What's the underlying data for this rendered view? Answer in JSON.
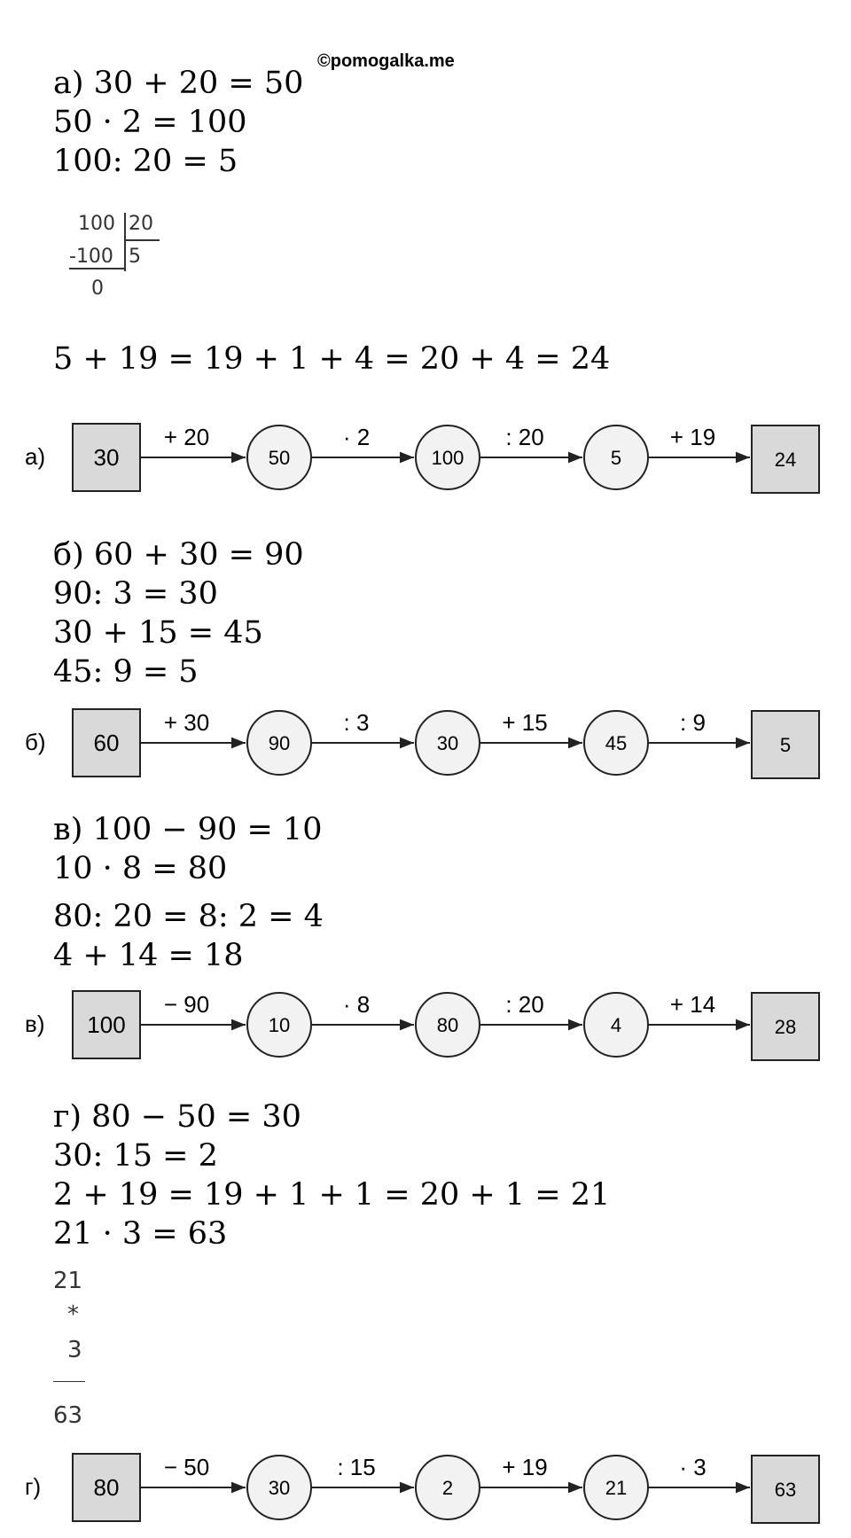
{
  "watermark": "©pomogalka.me",
  "part_a": {
    "lines": [
      "а) 30 + 20 = 50",
      "50 · 2 = 100",
      "100: 20 = 5"
    ],
    "long_division": {
      "dividend": "100",
      "divisor": "20",
      "subtract": "-100",
      "quotient": "5",
      "remainder": "0"
    },
    "extra": "5 + 19 = 19 + 1 + 4 = 20 + 4 = 24"
  },
  "part_b": {
    "lines": [
      "б) 60 + 30 = 90",
      "90: 3 = 30",
      "30 + 15 = 45",
      "45: 9 = 5"
    ]
  },
  "part_v": {
    "lines": [
      "в) 100 − 90 = 10",
      "10 · 8 = 80",
      "80: 20 = 8: 2 = 4",
      "4 + 14 = 18"
    ]
  },
  "part_g": {
    "lines": [
      "г) 80 − 50 = 30",
      "30: 15 = 2",
      "2 + 19 = 19 + 1 + 1 = 20 + 1 = 21",
      "21 · 3 = 63"
    ],
    "column_mult": {
      "top": "21",
      "sign": "*",
      "bottom": "3",
      "result": "63"
    }
  },
  "chains": [
    {
      "letter": "а)",
      "start": "30",
      "ops": [
        "+ 20",
        "· 2",
        ": 20",
        "+ 19"
      ],
      "circles": [
        "50",
        "100",
        "5"
      ],
      "end": "24"
    },
    {
      "letter": "б)",
      "start": "60",
      "ops": [
        "+ 30",
        ": 3",
        "+ 15",
        ": 9"
      ],
      "circles": [
        "90",
        "30",
        "45"
      ],
      "end": "5"
    },
    {
      "letter": "в)",
      "start": "100",
      "ops": [
        "− 90",
        "· 8",
        ": 20",
        "+ 14"
      ],
      "circles": [
        "10",
        "80",
        "4"
      ],
      "end": "28"
    },
    {
      "letter": "г)",
      "start": "80",
      "ops": [
        "− 50",
        ": 15",
        "+ 19",
        "· 3"
      ],
      "circles": [
        "30",
        "2",
        "21"
      ],
      "end": "63"
    }
  ],
  "colors": {
    "box_fill": "#d9d9d9",
    "stroke": "#222222"
  }
}
